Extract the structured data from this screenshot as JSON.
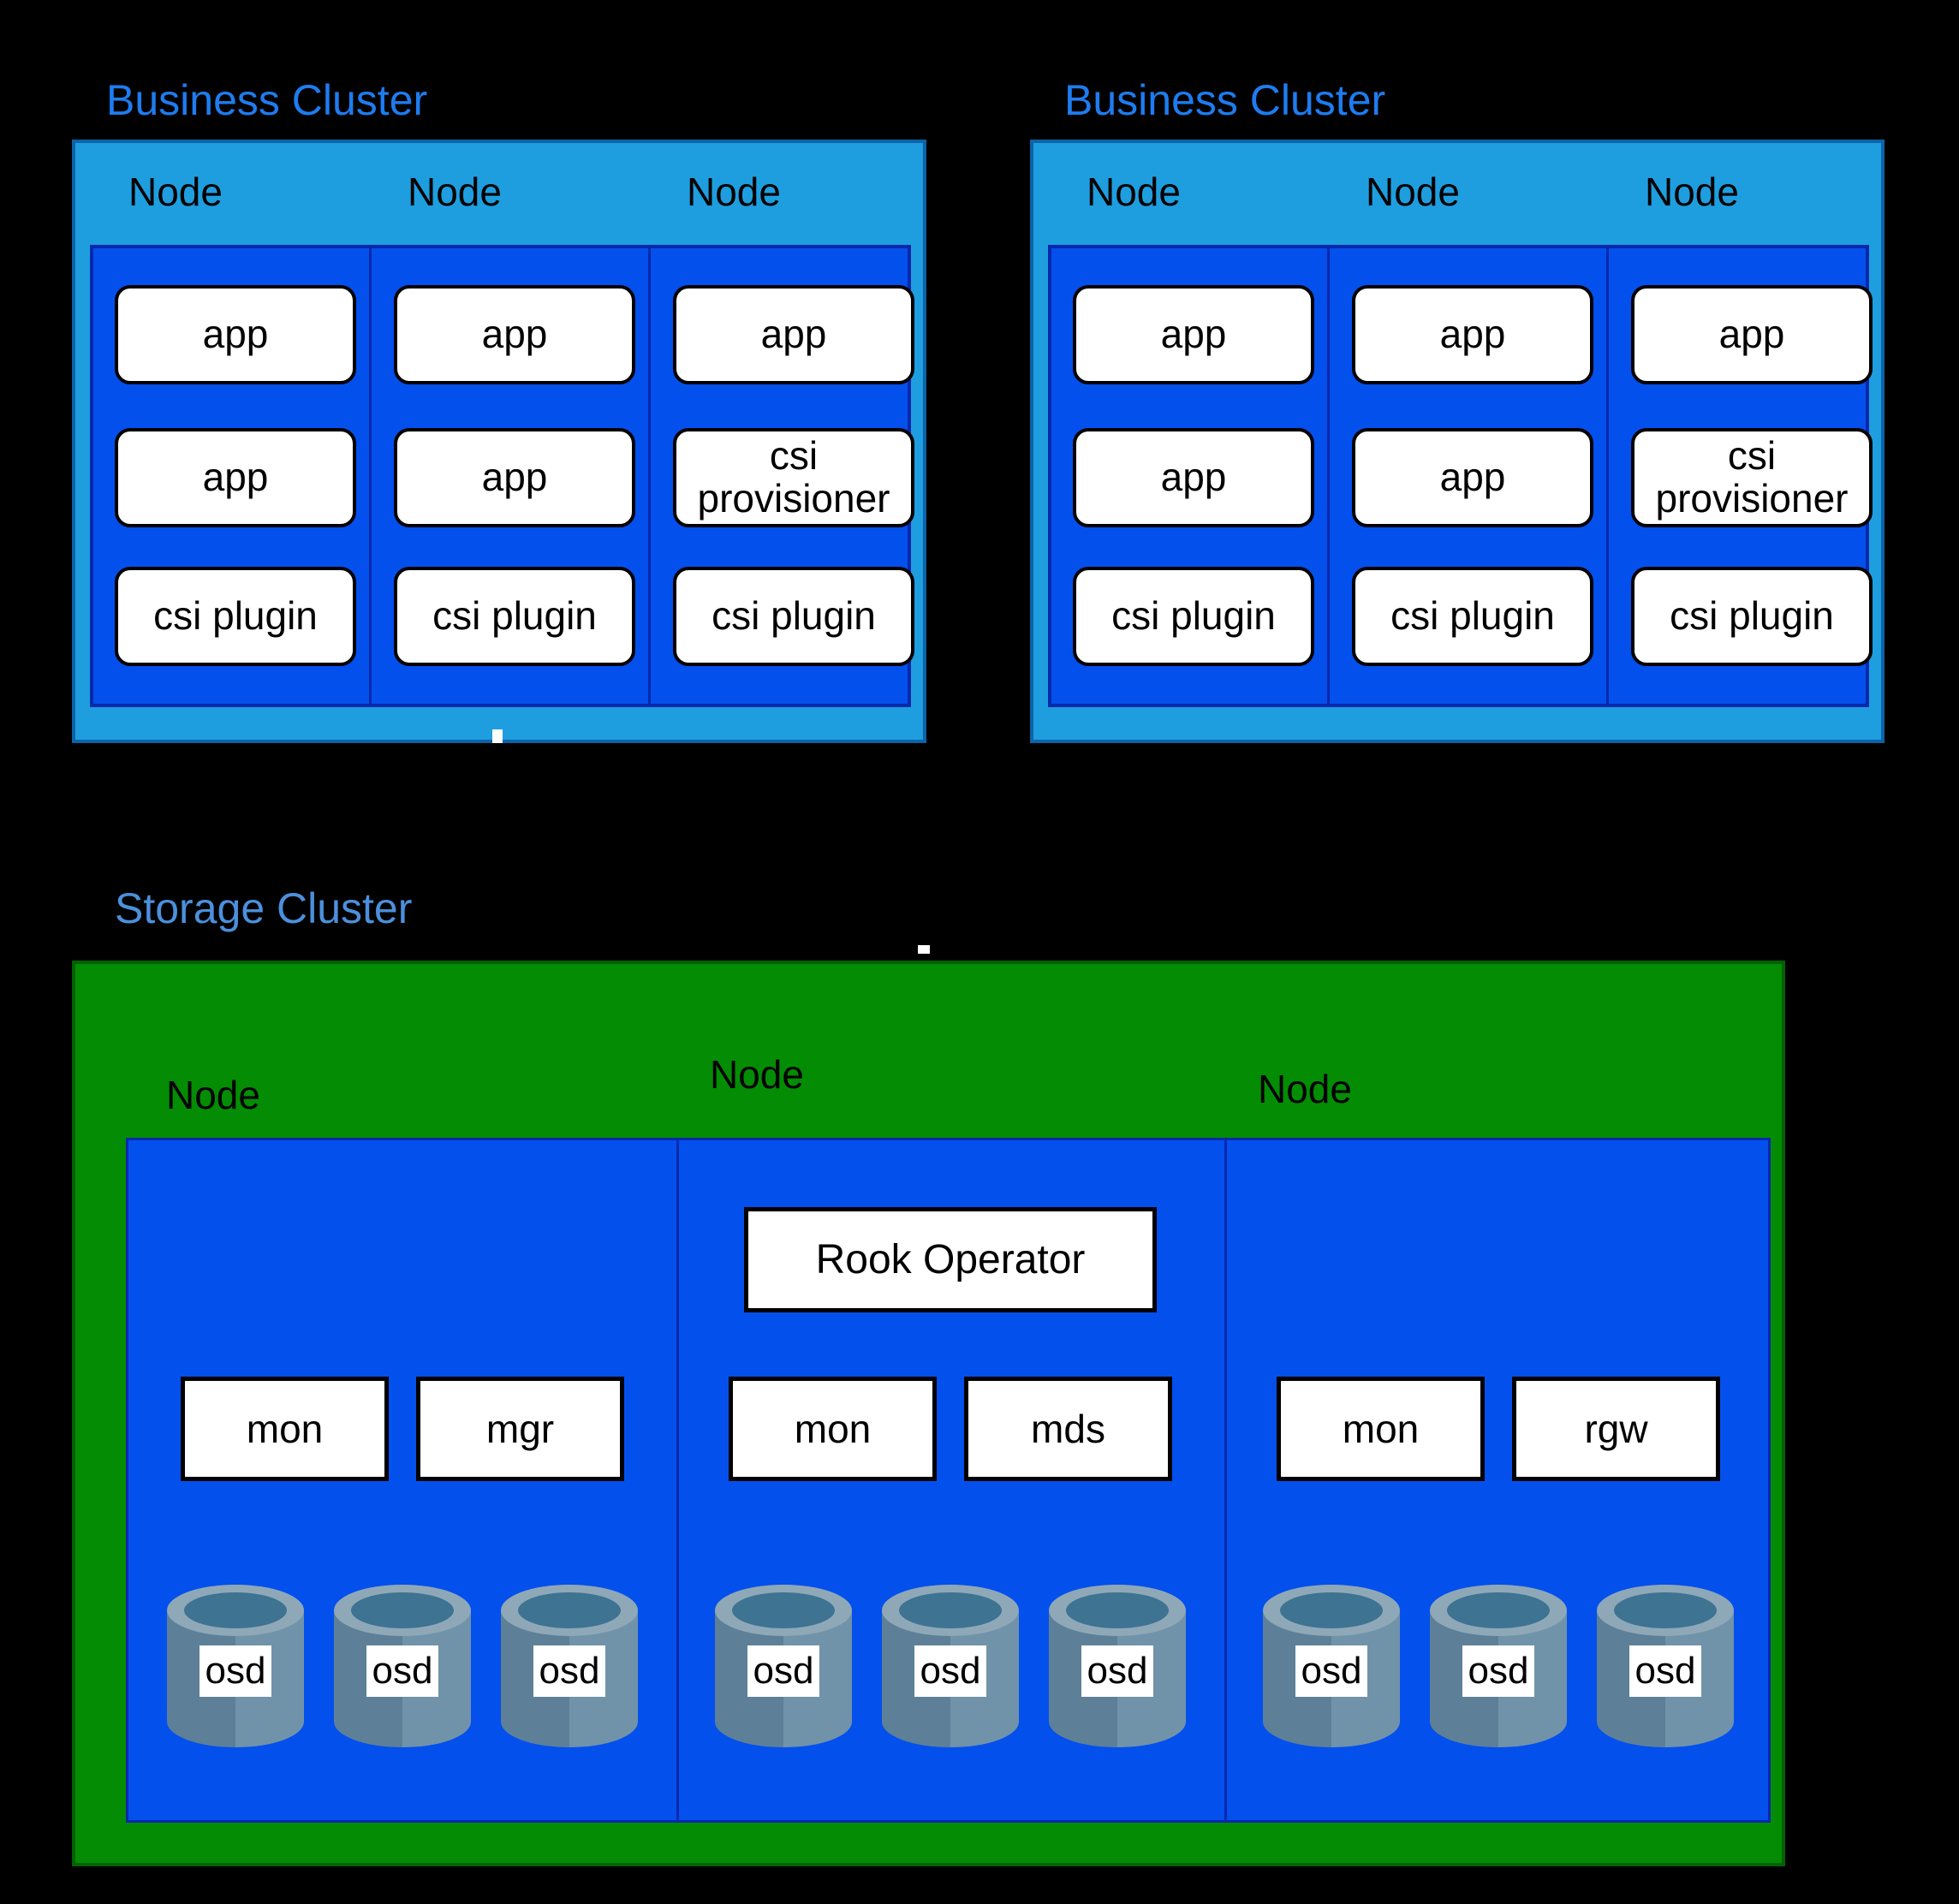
{
  "business_clusters": [
    {
      "title": "Business Cluster",
      "nodes": [
        {
          "label": "Node",
          "pods": [
            "app",
            "app",
            "csi plugin"
          ]
        },
        {
          "label": "Node",
          "pods": [
            "app",
            "app",
            "csi plugin"
          ]
        },
        {
          "label": "Node",
          "pods": [
            "app",
            "csi provisioner",
            "csi plugin"
          ]
        }
      ]
    },
    {
      "title": "Business Cluster",
      "nodes": [
        {
          "label": "Node",
          "pods": [
            "app",
            "app",
            "csi plugin"
          ]
        },
        {
          "label": "Node",
          "pods": [
            "app",
            "app",
            "csi plugin"
          ]
        },
        {
          "label": "Node",
          "pods": [
            "app",
            "csi provisioner",
            "csi plugin"
          ]
        }
      ]
    }
  ],
  "storage_cluster": {
    "title": "Storage Cluster",
    "nodes": [
      {
        "label": "Node",
        "services": [
          "mon",
          "mgr"
        ],
        "osds": [
          "osd",
          "osd",
          "osd"
        ]
      },
      {
        "label": "Node",
        "operator": "Rook Operator",
        "services": [
          "mon",
          "mds"
        ],
        "osds": [
          "osd",
          "osd",
          "osd"
        ]
      },
      {
        "label": "Node",
        "services": [
          "mon",
          "rgw"
        ],
        "osds": [
          "osd",
          "osd",
          "osd"
        ]
      }
    ]
  },
  "colors": {
    "background": "#000000",
    "business_title": "#1E7CF0",
    "storage_title": "#4B90DC",
    "business_outer_fill": "#1E9EDF",
    "business_outer_border": "#0B63A8",
    "node_column_fill": "#0450EC",
    "node_column_border": "#0A28AC",
    "storage_green_fill": "#048C04",
    "storage_green_border": "#026202",
    "pod_box_fill": "#FFFFFF",
    "pod_box_border": "#000000",
    "cylinder_body_dark": "#5D8098",
    "cylinder_body_light": "#7093A9",
    "cylinder_rim": "#8FA8B8",
    "cylinder_opening": "#3E7392"
  }
}
